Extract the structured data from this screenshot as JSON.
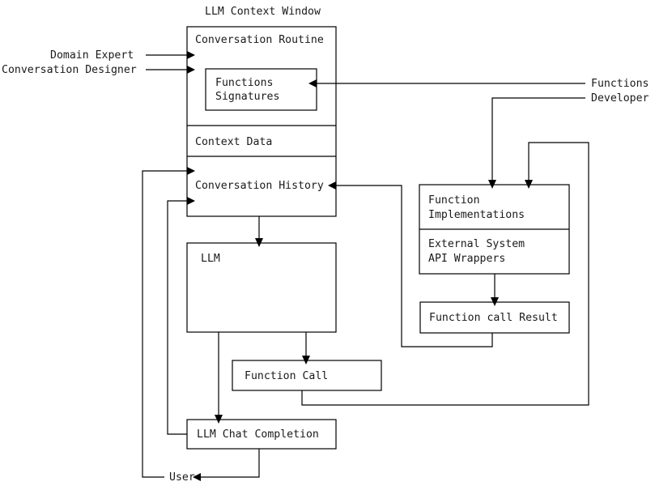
{
  "diagram": {
    "title": "LLM Context Window",
    "type": "block-flow-diagram",
    "context_window": {
      "label": "LLM Context Window",
      "sections": [
        {
          "id": "conversation-routine",
          "label": "Conversation Routine"
        },
        {
          "id": "context-data",
          "label": "Context Data"
        },
        {
          "id": "conversation-history",
          "label": "Conversation History"
        }
      ],
      "nested_box": {
        "id": "functions-signatures",
        "line1": "Functions",
        "line2": "Signatures"
      }
    },
    "actors": [
      {
        "id": "domain-expert",
        "label": "Domain Expert"
      },
      {
        "id": "conversation-designer",
        "label": "Conversation Designer"
      },
      {
        "id": "functions-developer",
        "line1": "Functions",
        "line2": "Developer"
      },
      {
        "id": "user",
        "label": "User"
      }
    ],
    "nodes": [
      {
        "id": "llm",
        "label": "LLM"
      },
      {
        "id": "function-call",
        "label": "Function Call"
      },
      {
        "id": "llm-chat-completion",
        "label": "LLM Chat Completion"
      },
      {
        "id": "function-implementations",
        "line1": "Function",
        "line2": "Implementations"
      },
      {
        "id": "external-system-api-wrappers",
        "line1": "External System",
        "line2": "API Wrappers"
      },
      {
        "id": "function-call-result",
        "label": "Function call Result"
      }
    ],
    "colors": {
      "stroke": "#000000",
      "text": "#1a1a1a",
      "background": "#ffffff"
    }
  }
}
